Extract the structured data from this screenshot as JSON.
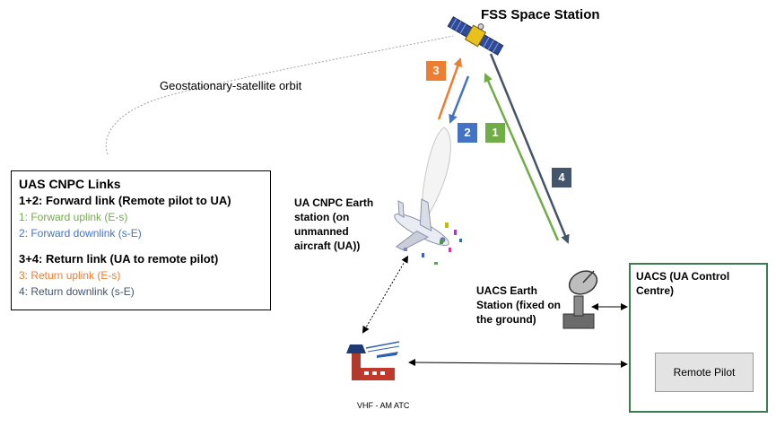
{
  "title": "FSS Space Station",
  "orbit_label": "Geostationary-satellite orbit",
  "legend": {
    "title": "UAS CNPC Links",
    "forward_heading": "1+2: Forward link (Remote pilot to UA)",
    "forward_uplink": "1: Forward uplink (E-s)",
    "forward_downlink": "2: Forward downlink (s-E)",
    "return_heading": "3+4: Return link (UA to remote pilot)",
    "return_uplink": "3: Return uplink (E-s)",
    "return_downlink": "4: Return downlink (s-E)"
  },
  "ua_cnpc_label": "UA CNPC Earth station (on unmanned aircraft (UA))",
  "uacs_earth_station_label": "UACS Earth Station (fixed on the ground)",
  "uacs_box_label": "UACS (UA Control Centre)",
  "remote_pilot_label": "Remote Pilot",
  "vhf_label": "VHF - AM ATC",
  "badges": {
    "b1": "1",
    "b2": "2",
    "b3": "3",
    "b4": "4"
  },
  "colors": {
    "link1": "#70ad47",
    "link2": "#4472c4",
    "link3": "#ed7d31",
    "link4": "#44546a"
  }
}
